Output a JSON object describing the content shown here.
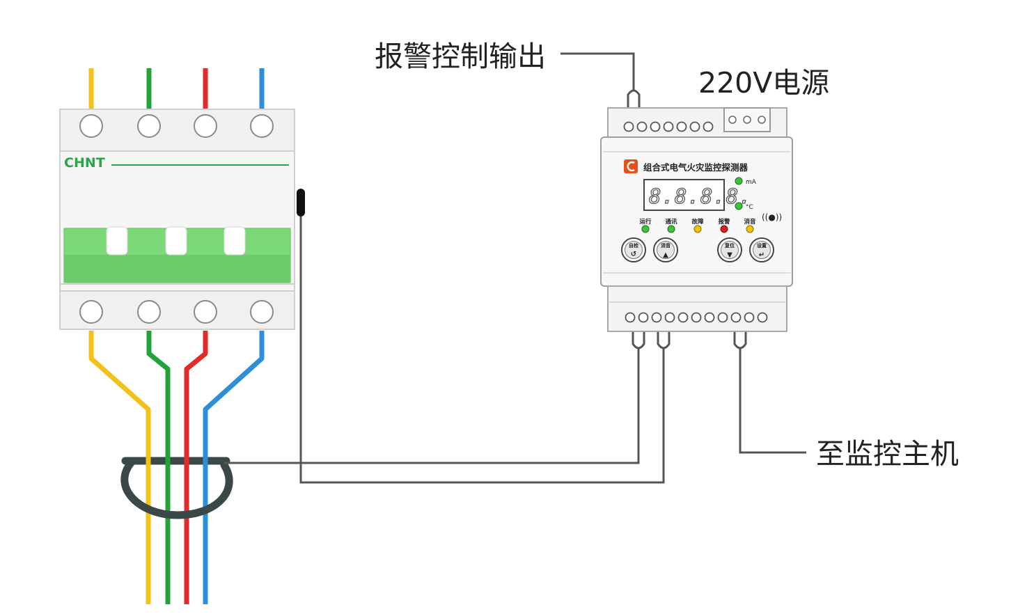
{
  "labels": {
    "alarm_output": "报警控制输出",
    "power": "220V电源",
    "to_host": "至监控主机"
  },
  "breaker": {
    "brand": "CHNT"
  },
  "detector": {
    "title": "组合式电气火灾监控探测器",
    "display": "8.8.8.8.",
    "unit_ma": "mA",
    "unit_c": "°C",
    "wireless_symbol": "((●))",
    "indicators": [
      "运行",
      "通讯",
      "故障",
      "报警",
      "消音"
    ],
    "buttons": [
      {
        "label": "自检",
        "symbol": "↺"
      },
      {
        "label": "消音",
        "symbol": "▲"
      },
      {
        "label": "复位",
        "symbol": "▼"
      },
      {
        "label": "设置",
        "symbol": "↵"
      }
    ]
  },
  "colors": {
    "yellow": "#f2c21b",
    "green": "#22a33a",
    "red": "#e32b2b",
    "blue": "#2e8fd6",
    "handle_green": "#7bd97a",
    "wire_gray": "#555555",
    "ct_dark": "#3a4848",
    "brand_green": "#2aa64a",
    "led_green": "#3cc23c",
    "led_yellow": "#f2c200",
    "led_red": "#d92020",
    "logo_orange": "#e8501a"
  }
}
